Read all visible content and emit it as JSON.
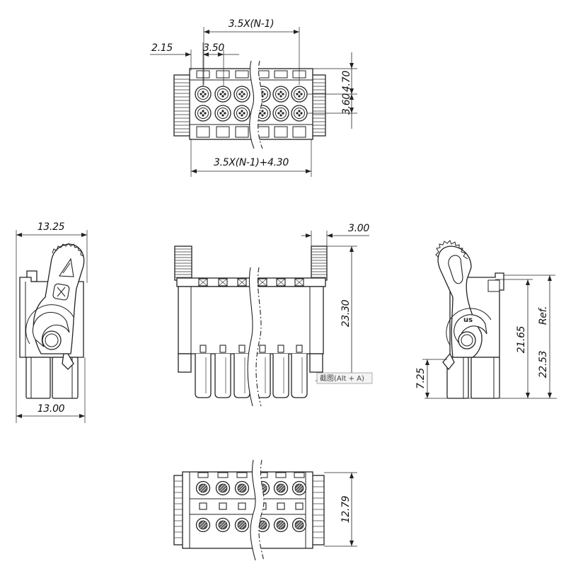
{
  "top_view": {
    "dim_pitch_total": "3.5X(N-1)",
    "dim_edge_to_pin": "2.15",
    "dim_pitch": "3.50",
    "dim_row_upper": "4.70",
    "dim_row_spacing": "3.60",
    "dim_length": "3.5X(N-1)+4.30"
  },
  "side_view_left": {
    "dim_width_top": "13.25",
    "dim_width_bottom": "13.00"
  },
  "front_view": {
    "dim_flange": "3.00",
    "dim_height": "23.30"
  },
  "side_view_right": {
    "cert_mark": "us",
    "dim_height": "21.65",
    "dim_total_height": "22.53",
    "ref_note": "Ref.",
    "dim_leg_height": "7.25"
  },
  "bottom_view": {
    "dim_depth": "12.79"
  },
  "tooltip": {
    "label": "截图(Alt + A)"
  }
}
